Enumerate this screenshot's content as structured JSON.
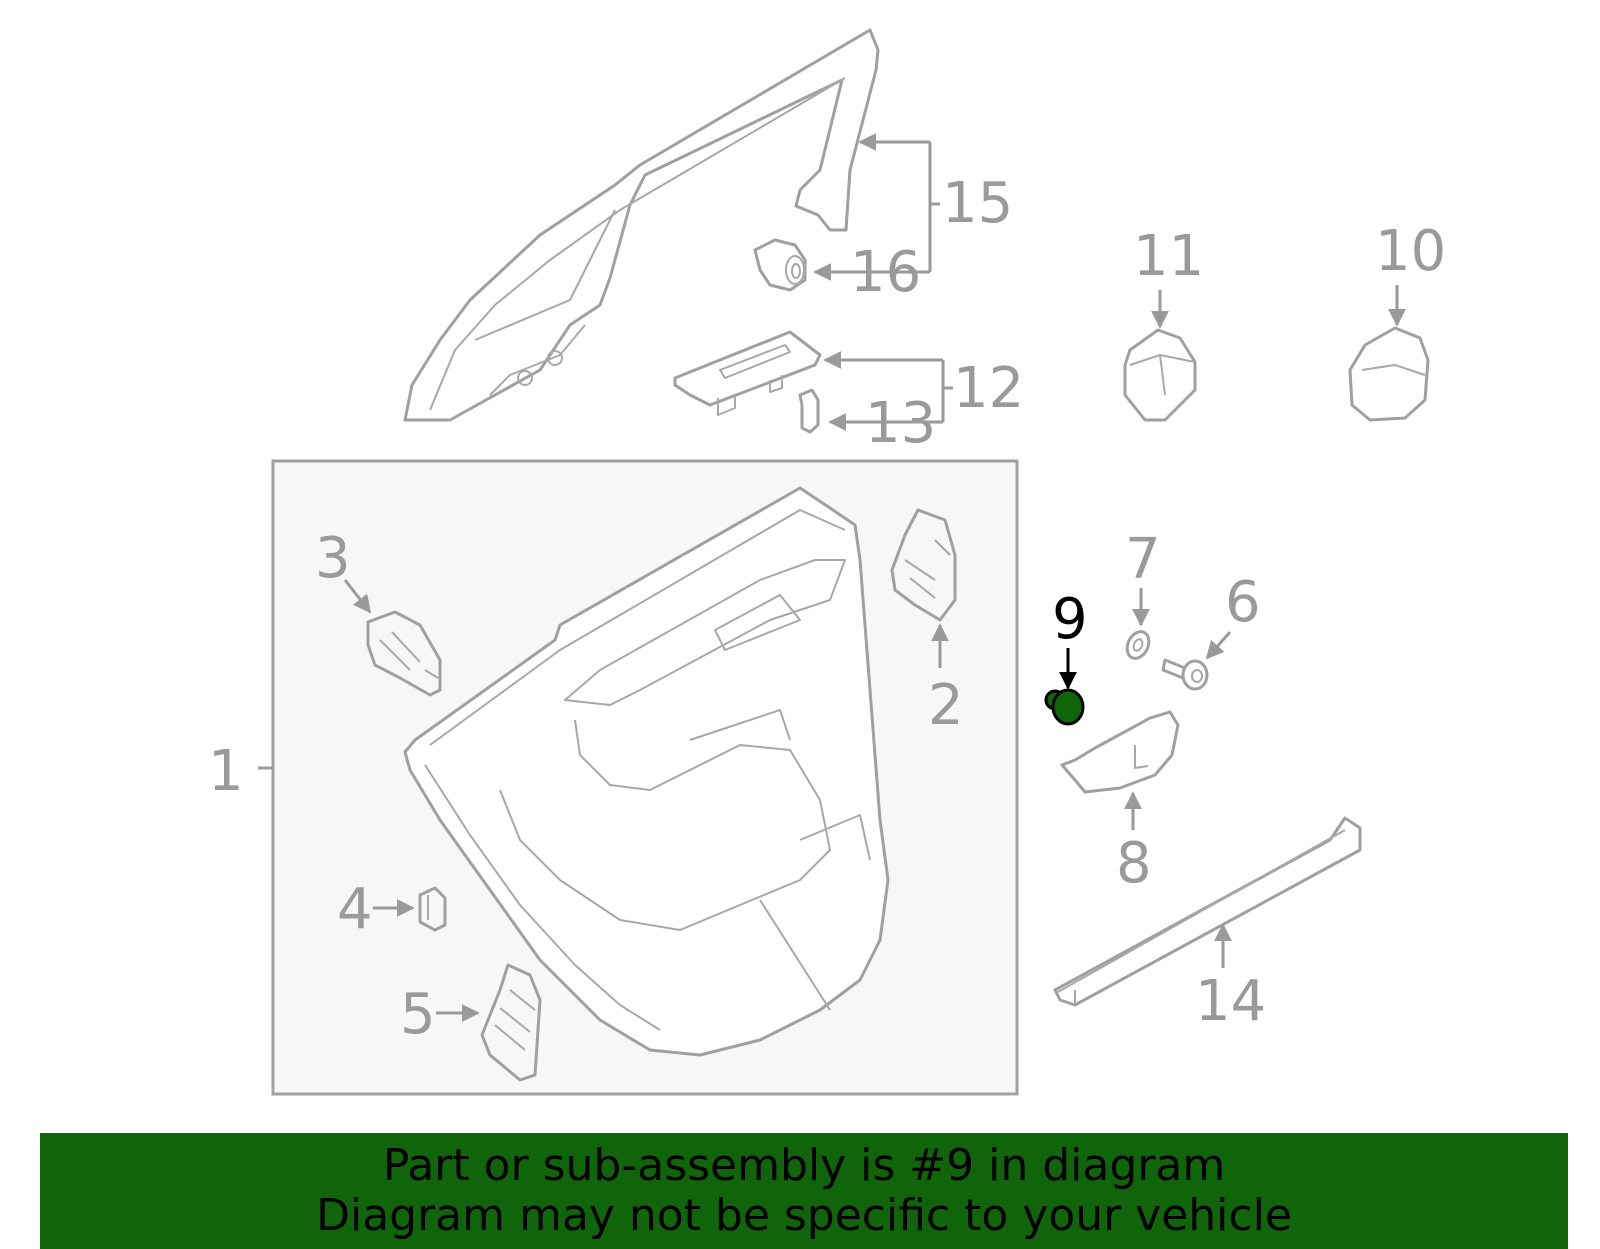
{
  "diagram": {
    "highlight_color": "#10650a",
    "line_color": "#a0a0a0",
    "highlighted_part": "9",
    "callouts": [
      "1",
      "2",
      "3",
      "4",
      "5",
      "6",
      "7",
      "8",
      "9",
      "10",
      "11",
      "12",
      "13",
      "14",
      "15",
      "16"
    ]
  },
  "banner": {
    "line1": "Part or sub-assembly is #9 in diagram",
    "line2": "Diagram may not be specific to your vehicle"
  }
}
